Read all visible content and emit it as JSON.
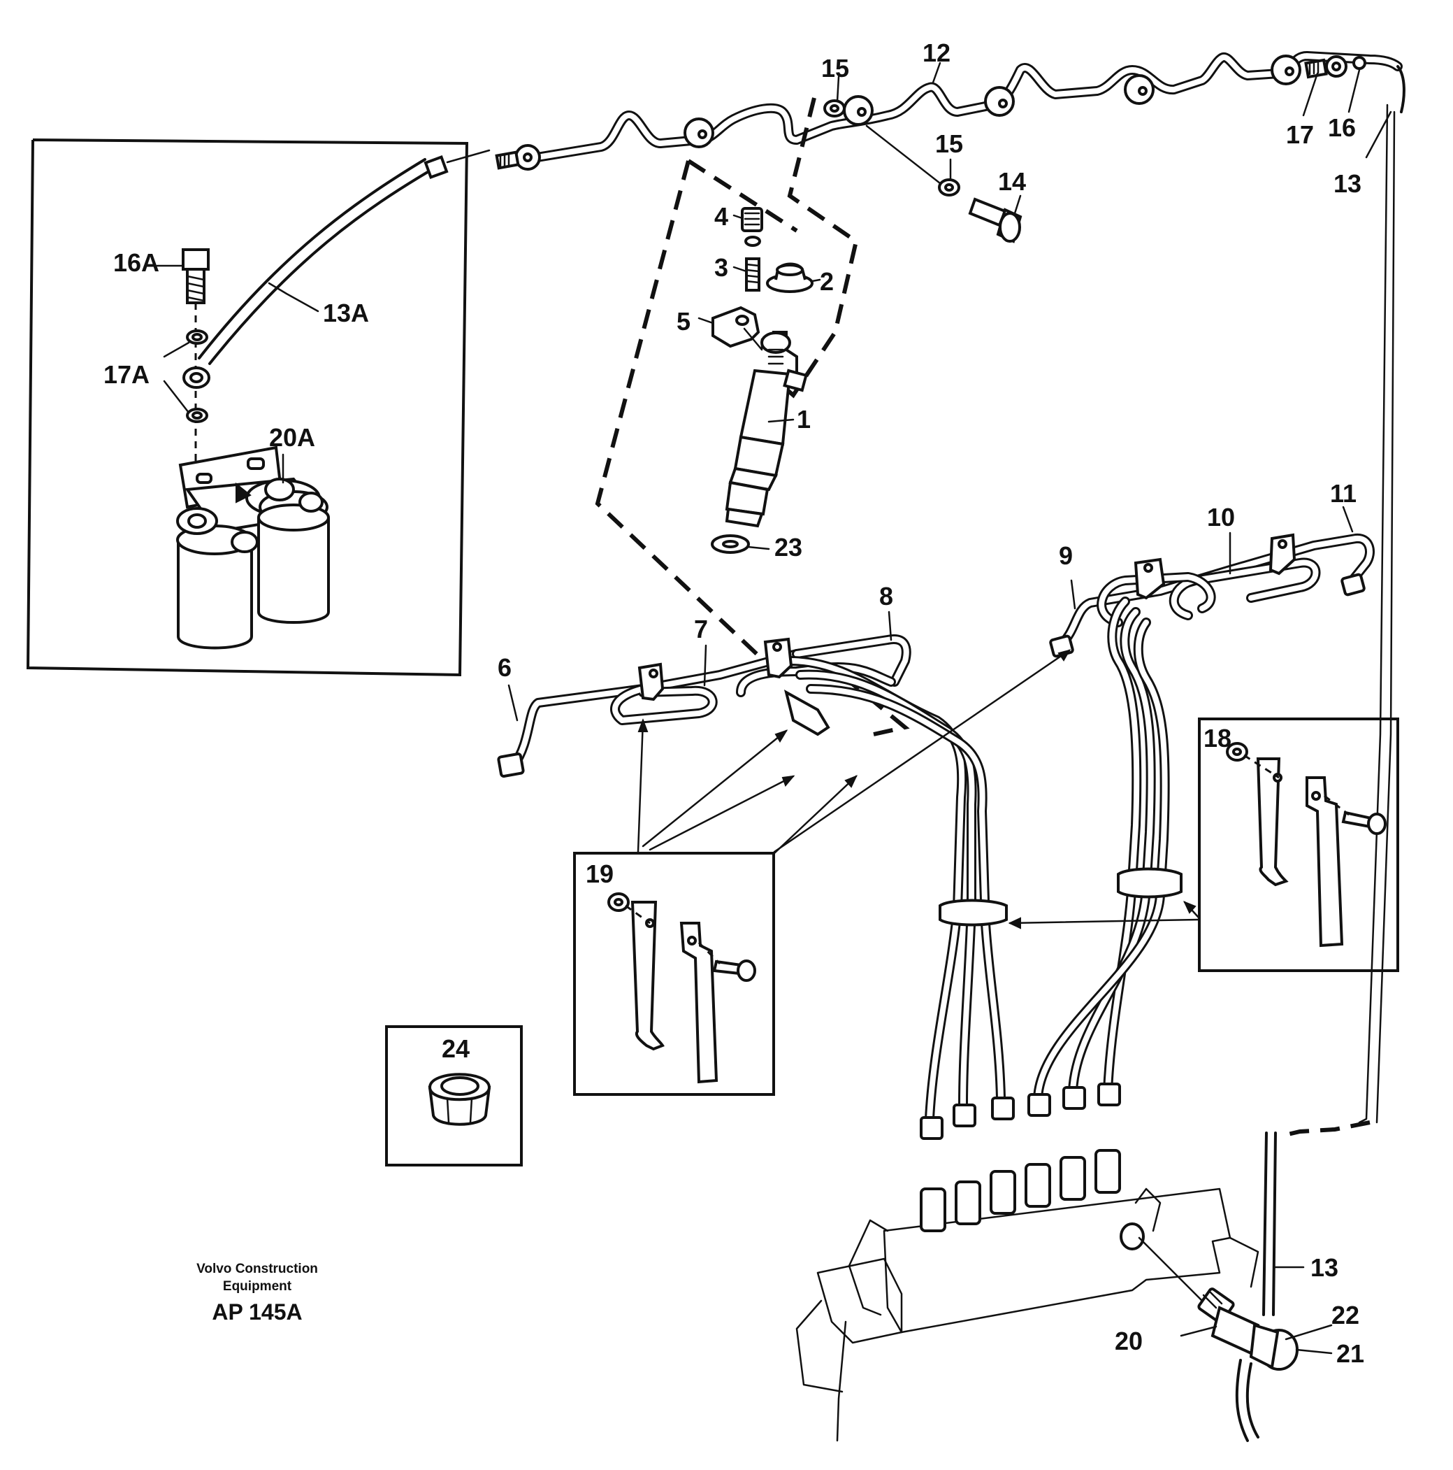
{
  "labels": {
    "p1": "1",
    "p2": "2",
    "p3": "3",
    "p4": "4",
    "p5": "5",
    "p6": "6",
    "p7": "7",
    "p8": "8",
    "p9": "9",
    "p10": "10",
    "p11": "11",
    "p12": "12",
    "p13_top": "13",
    "p13_bottom": "13",
    "p13a": "13A",
    "p14": "14",
    "p15_left": "15",
    "p15_right": "15",
    "p16": "16",
    "p16a": "16A",
    "p17": "17",
    "p17a": "17A",
    "p18": "18",
    "p19": "19",
    "p20": "20",
    "p20a": "20A",
    "p21": "21",
    "p22": "22",
    "p23": "23",
    "p24": "24"
  },
  "footer": {
    "company_line1": "Volvo Construction",
    "company_line2": "Equipment",
    "code": "AP 145A"
  }
}
